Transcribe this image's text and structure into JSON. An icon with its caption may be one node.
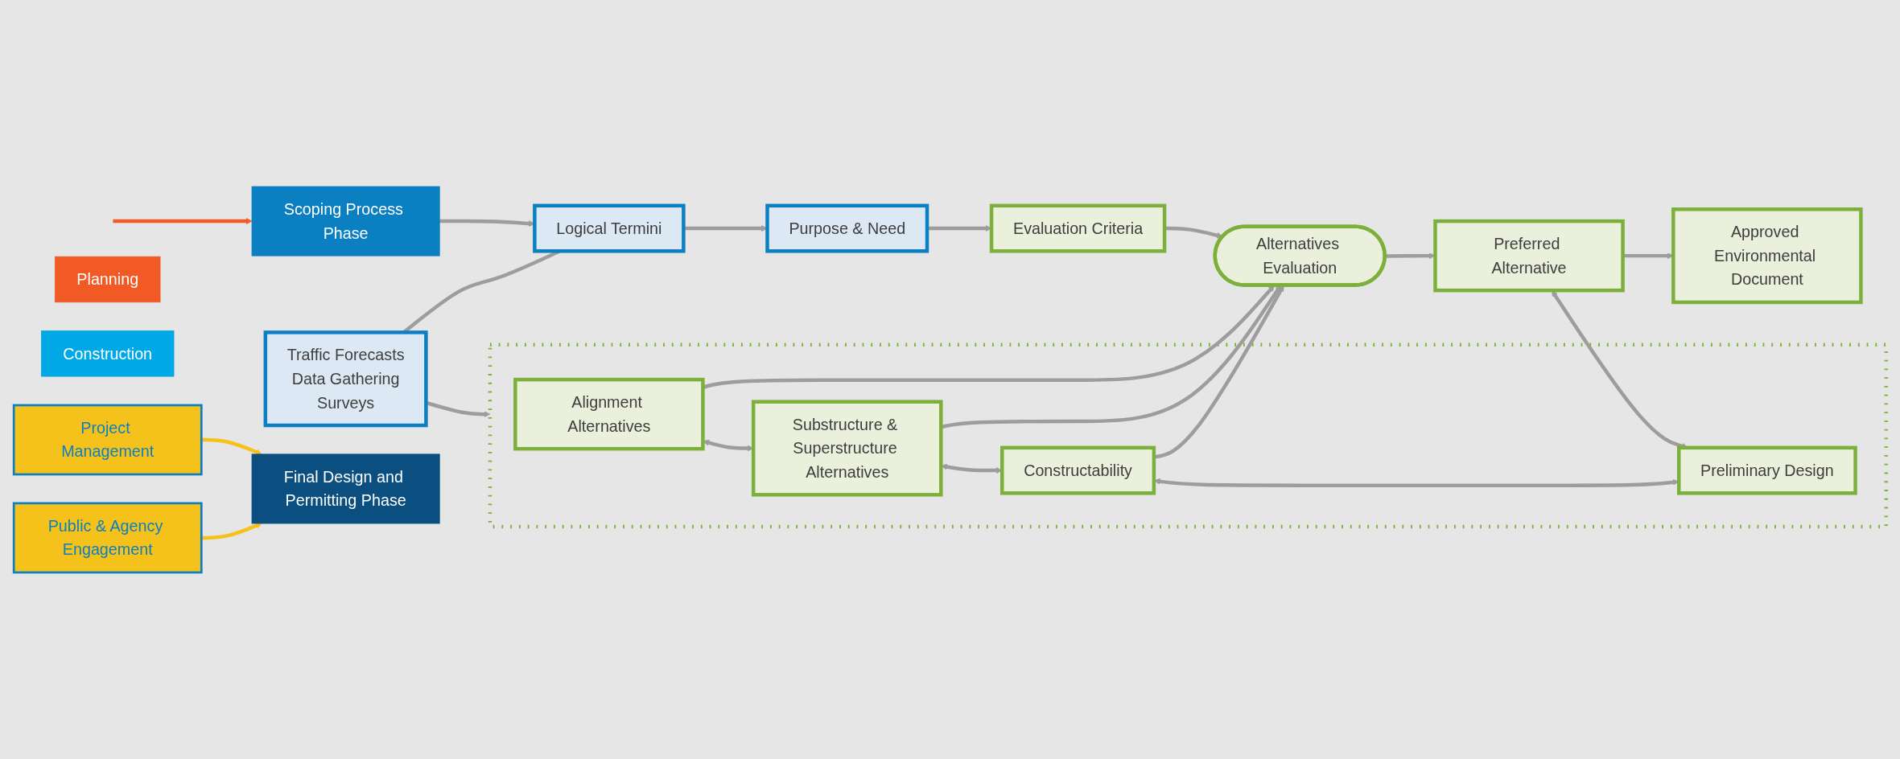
{
  "diagram": {
    "nodes": [
      {
        "text": [
          "Project Management"
        ]
      },
      {
        "text": [
          "Planning"
        ]
      },
      {
        "text": [
          "Scoping Process Phase"
        ]
      },
      {
        "text": [
          "Purpose & Need"
        ]
      },
      {
        "text": [
          "Logical Termini"
        ]
      },
      {
        "text": [
          "Traffic Forecasts",
          "Data Gathering",
          "Surveys"
        ]
      },
      {
        "text": [
          "Evaluation Criteria"
        ]
      },
      {
        "text": [
          "Alternatives Evaluation"
        ]
      },
      {
        "text": [
          "Preferred Alternative"
        ]
      },
      {
        "text": [
          "Approved Environmental Document"
        ]
      },
      {
        "text": [],
        "shape": "box"
      },
      {
        "text": [
          "Alignment Alternatives"
        ],
        "in": 10
      },
      {
        "text": [
          "Substructure & Superstructure Alternatives"
        ],
        "in": 10
      },
      {
        "text": [
          "Constructability"
        ],
        "in": 10
      },
      {
        "text": [
          "Preliminary Design"
        ],
        "in": 10
      },
      {
        "text": [
          "Final Design and Permitting Phase"
        ]
      },
      {
        "text": [
          "Construction"
        ]
      },
      {
        "text": [
          "Public & Agency Engagement"
        ]
      }
    ],
    "edges": [
      {
        "from": 2,
        "to": 4,
        "arrow": "to"
      },
      {
        "from": 4,
        "to": 3,
        "arrow": "to"
      },
      {
        "from": 5,
        "to": 4,
        "arrow": "none"
      },
      {
        "from": 3,
        "to": 6,
        "arrow": "to"
      },
      {
        "from": 6,
        "to": 7,
        "arrow": "to"
      },
      {
        "from": 5,
        "to": 10,
        "arrow": "to"
      },
      {
        "from": 11,
        "to": 7,
        "arrow": "to"
      },
      {
        "from": 12,
        "to": 7,
        "arrow": "to"
      },
      {
        "from": 13,
        "to": 7,
        "arrow": "to"
      },
      {
        "from": 11,
        "to": 12,
        "arrow": "both"
      },
      {
        "from": 12,
        "to": 13,
        "arrow": "both"
      },
      {
        "from": 13,
        "to": 14,
        "arrow": "both"
      },
      {
        "from": 7,
        "to": 8,
        "arrow": "to"
      },
      {
        "from": 8,
        "to": 9,
        "arrow": "to"
      },
      {
        "from": 8,
        "to": 14,
        "arrow": "both"
      },
      {
        "from": 0,
        "to": 15,
        "arrow": "to",
        "color": "#f5c21b"
      },
      {
        "from": 17,
        "to": 15,
        "arrow": "to",
        "color": "#f5c21b"
      },
      {
        "from": null,
        "to": 2,
        "arrow": "to",
        "color": "#f15a24"
      }
    ]
  }
}
